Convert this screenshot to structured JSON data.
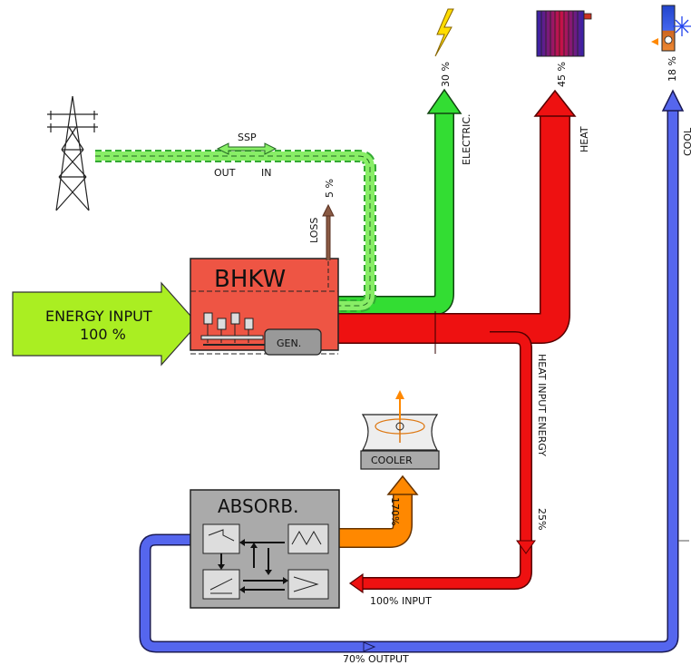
{
  "labels": {
    "ssp": "SSP",
    "out": "OUT",
    "in": "IN",
    "loss": "LOSS",
    "loss_pct": "5 %",
    "electric": "ELECTRIC.",
    "electric_pct": "30 %",
    "heat": "HEAT",
    "heat_pct": "45 %",
    "cool": "COOL",
    "cool_pct": "18 %",
    "bhkw": "BHKW",
    "gen": "GEN.",
    "energy_input": "ENERGY INPUT",
    "energy_input_pct": "100 %",
    "heat_input_energy": "HEAT INPUT ENERGY",
    "heat_input_pct": "25%",
    "cooler": "COOLER",
    "cooler_pct": "170%",
    "absorb": "ABSORB.",
    "input_100": "100% INPUT",
    "output_70": "70% OUTPUT"
  },
  "colors": {
    "green_flow": "#33dd33",
    "red_flow": "#ee1111",
    "blue_flow": "#5566ee",
    "orange_flow": "#ff8800",
    "input_flow": "#aaee22",
    "bhkw_box": "#ee5544",
    "absorb_box": "#aaaaaa",
    "loss_arrow": "#8a5a44"
  },
  "icons": {
    "grid": "power-pylon-icon",
    "electric": "lightning-bolt-icon",
    "heat": "radiator-icon",
    "cool": "snowflake-chiller-icon",
    "fan": "fan-icon"
  }
}
